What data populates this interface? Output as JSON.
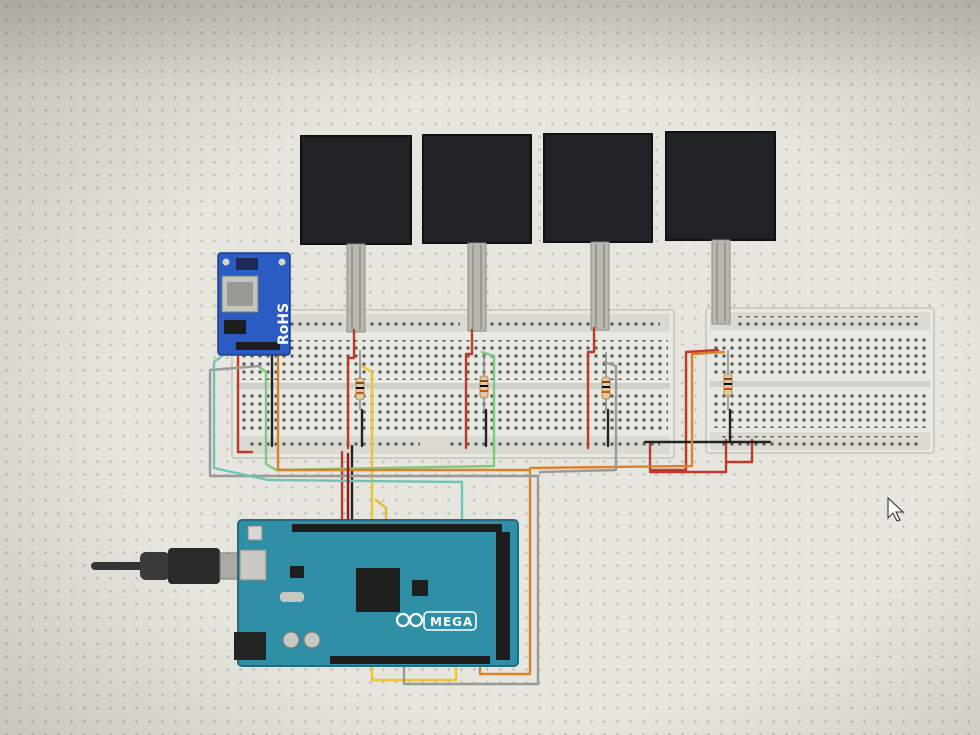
{
  "sd_module": {
    "rohs_label": "RoHS"
  },
  "arduino": {
    "model_label": "MEGA"
  },
  "colors": {
    "red_wire": "#c0392b",
    "black_wire": "#222222",
    "yellow_wire": "#f1c232",
    "green_wire": "#7fc97f",
    "orange_wire": "#d9822b",
    "gray_wire": "#9a9a98",
    "teal_wire": "#6fc3b8",
    "mega_board": "#2f8fa6",
    "sd_board": "#2a5cc4"
  },
  "icons": {
    "cursor": "mouse-pointer-icon",
    "logo": "arduino-infinity-logo"
  }
}
